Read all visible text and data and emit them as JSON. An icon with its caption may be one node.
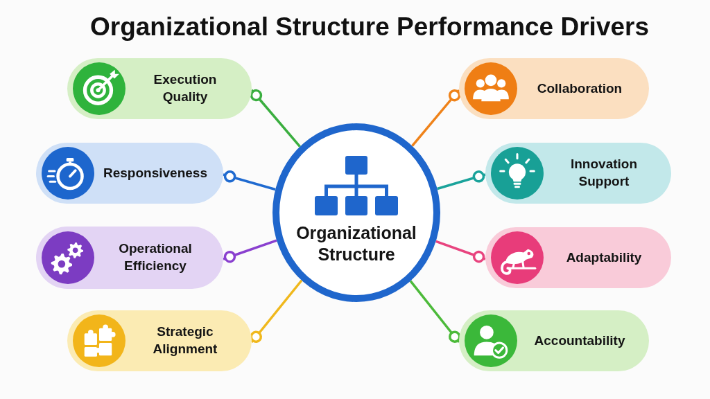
{
  "diagram": {
    "title": "Organizational Structure Performance Drivers",
    "nodes": [
      {
        "text": [
          "Organizational Structure"
        ]
      },
      {
        "text": [
          "Execution Quality"
        ]
      },
      {
        "text": [
          "Responsiveness"
        ]
      },
      {
        "text": [
          "Operational Efficiency"
        ]
      },
      {
        "text": [
          "Strategic Alignment"
        ]
      },
      {
        "text": [
          "Collaboration"
        ]
      },
      {
        "text": [
          "Innovation Support"
        ]
      },
      {
        "text": [
          "Adaptability"
        ]
      },
      {
        "text": [
          "Accountability"
        ]
      }
    ],
    "edges": [
      {
        "from": 0,
        "to": 1,
        "arrow": "other",
        "color": "#3aae3f"
      },
      {
        "from": 0,
        "to": 2,
        "arrow": "other",
        "color": "#1f6ad0"
      },
      {
        "from": 0,
        "to": 3,
        "arrow": "other",
        "color": "#8a40cf"
      },
      {
        "from": 0,
        "to": 4,
        "arrow": "other",
        "color": "#f0b81c"
      },
      {
        "from": 0,
        "to": 5,
        "arrow": "other",
        "color": "#ef8219"
      },
      {
        "from": 0,
        "to": 6,
        "arrow": "other",
        "color": "#1aa39b"
      },
      {
        "from": 0,
        "to": 7,
        "arrow": "other",
        "color": "#e8447f"
      },
      {
        "from": 0,
        "to": 8,
        "arrow": "other",
        "color": "#4cba3a"
      }
    ]
  }
}
